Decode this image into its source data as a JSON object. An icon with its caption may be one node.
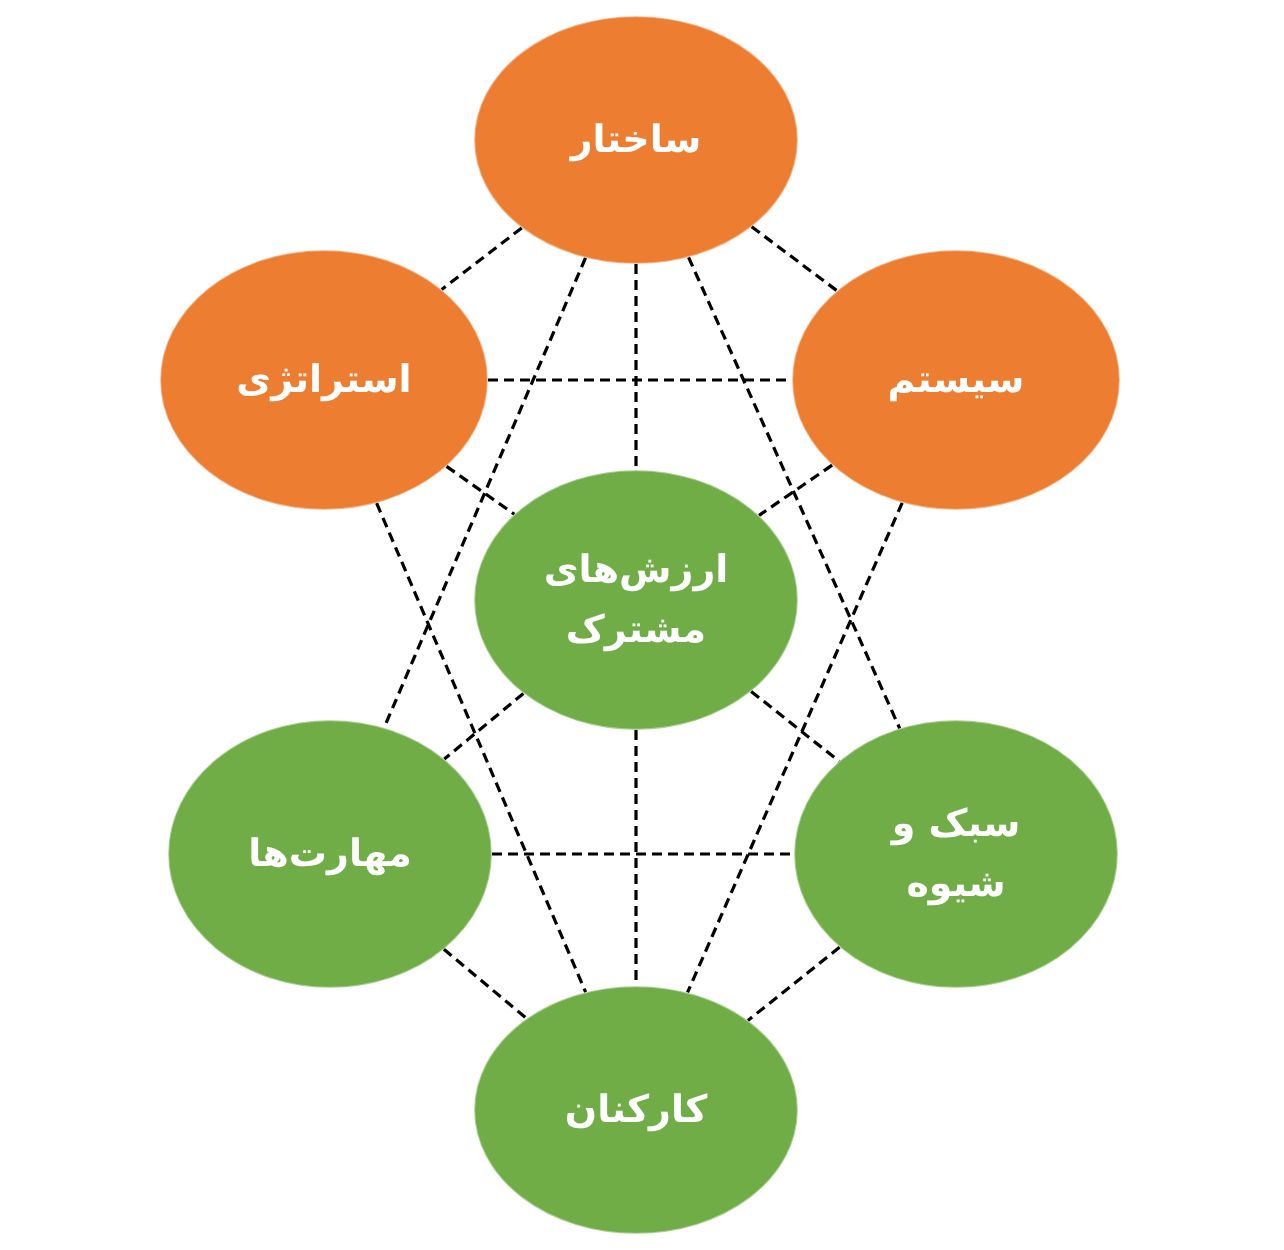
{
  "diagram": {
    "nodes": [
      {
        "text": [
          "ساختار"
        ]
      },
      {
        "text": [
          "استراتژی"
        ]
      },
      {
        "text": [
          "سیستم"
        ]
      },
      {
        "text": [
          "ارزش‌های مشترک"
        ]
      },
      {
        "text": [
          "مهارت‌ها"
        ]
      },
      {
        "text": [
          "سبک و شیوه"
        ]
      },
      {
        "text": [
          "کارکنان"
        ]
      }
    ],
    "edges": [
      {
        "from": 0,
        "to": 1,
        "arrow": "none",
        "style": "dashed"
      },
      {
        "from": 0,
        "to": 2,
        "arrow": "none",
        "style": "dashed"
      },
      {
        "from": 0,
        "to": 3,
        "arrow": "none",
        "style": "dashed"
      },
      {
        "from": 0,
        "to": 4,
        "arrow": "none",
        "style": "dashed"
      },
      {
        "from": 0,
        "to": 5,
        "arrow": "none",
        "style": "dashed"
      },
      {
        "from": 1,
        "to": 2,
        "arrow": "none",
        "style": "dashed"
      },
      {
        "from": 1,
        "to": 3,
        "arrow": "none",
        "style": "dashed"
      },
      {
        "from": 1,
        "to": 6,
        "arrow": "none",
        "style": "dashed"
      },
      {
        "from": 2,
        "to": 3,
        "arrow": "none",
        "style": "dashed"
      },
      {
        "from": 2,
        "to": 6,
        "arrow": "none",
        "style": "dashed"
      },
      {
        "from": 3,
        "to": 4,
        "arrow": "none",
        "style": "dashed"
      },
      {
        "from": 3,
        "to": 5,
        "arrow": "none",
        "style": "dashed"
      },
      {
        "from": 3,
        "to": 6,
        "arrow": "none",
        "style": "dashed"
      },
      {
        "from": 4,
        "to": 5,
        "arrow": "none",
        "style": "dashed"
      },
      {
        "from": 4,
        "to": 6,
        "arrow": "none",
        "style": "dashed"
      },
      {
        "from": 5,
        "to": 6,
        "arrow": "none",
        "style": "dashed"
      }
    ]
  }
}
